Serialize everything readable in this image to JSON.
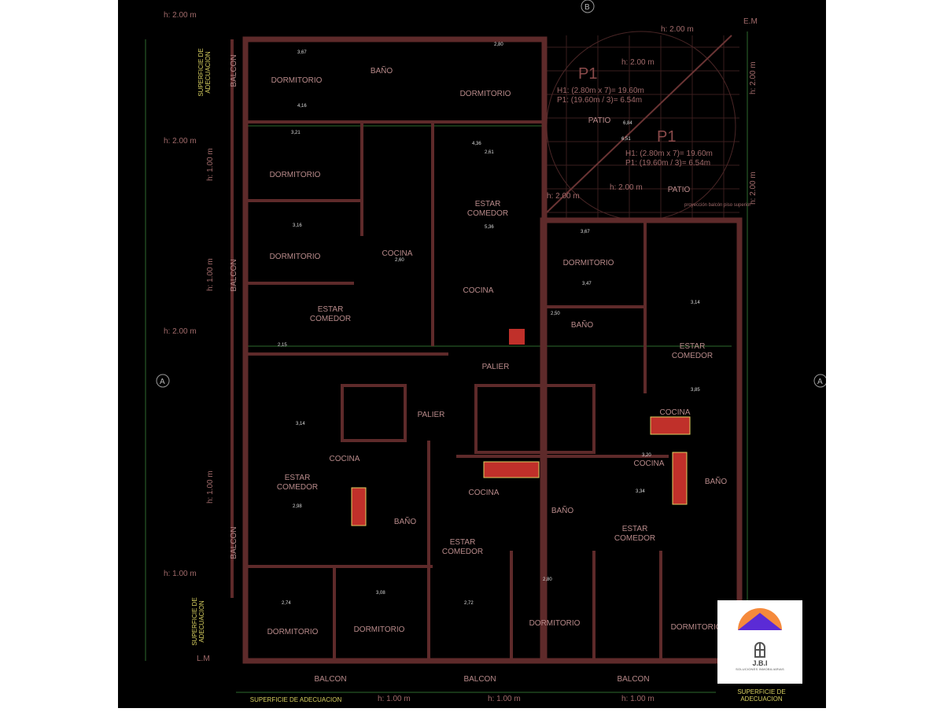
{
  "plan": {
    "rooms": {
      "dormitorio": "DORMITORIO",
      "bano": "BAÑO",
      "estar": "ESTAR",
      "comedor": "COMEDOR",
      "cocina": "COCINA",
      "palier": "PALIER",
      "patio": "PATIO",
      "balcon": "BALCON"
    },
    "annotations": {
      "height_2": "h: 2.00 m",
      "height_1": "h: 1.00 m",
      "superficie_1": "SUPERFICIE DE",
      "superficie_2": "ADECUACION",
      "superficie_full": "SUPERFICIE DE ADECUACION",
      "lm": "L.M",
      "em": "E.M",
      "section_a": "A",
      "section_b": "B",
      "p1": "P1",
      "formula_h1": "H1: (2.80m x 7)= 19.60m",
      "formula_p1": "P1: (19.60m / 3)= 6.54m",
      "projection": "proyección balcón piso superior"
    },
    "dimensions": [
      "3,67",
      "2,80",
      "4,16",
      "3,21",
      "3,16",
      "2,15",
      "3,14",
      "2,98",
      "2,74",
      "3,08",
      "2,72",
      "2,80",
      "3,67",
      "3,47",
      "3,14",
      "3,85",
      "3,34",
      "3,20",
      "6,84",
      "6,51",
      "4,36",
      "5,36",
      "2,61",
      "2,60",
      "2,50"
    ]
  },
  "logo": {
    "brand": "J.B.I",
    "tagline": "SOLUCIONES INMOBILIARIAS",
    "colors": {
      "arc": "#f58a3c",
      "roof": "#5b2bd6"
    }
  }
}
